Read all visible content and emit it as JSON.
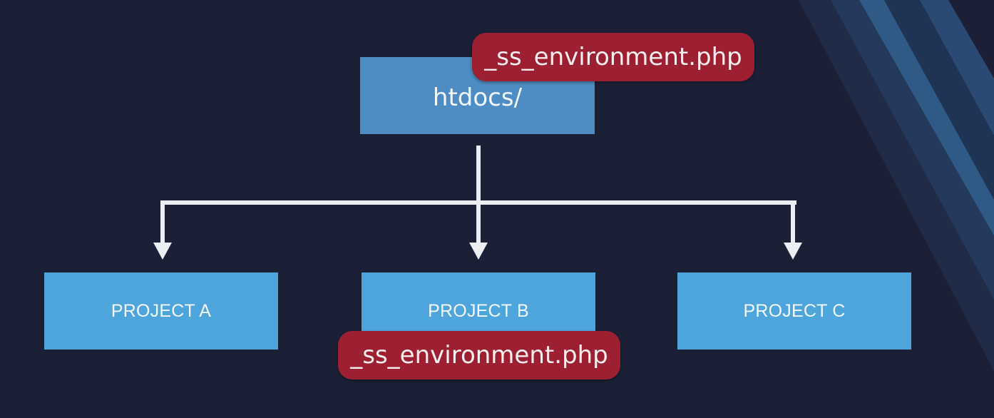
{
  "diagram": {
    "root": {
      "label": "htdocs/"
    },
    "children": [
      {
        "label": "PROJECT A"
      },
      {
        "label": "PROJECT B"
      },
      {
        "label": "PROJECT C"
      }
    ],
    "badges": {
      "root_file": "_ss_environment.php",
      "project_b_file": "_ss_environment.php"
    }
  },
  "colors": {
    "background": "#1b2036",
    "root_box": "#4e8cc4",
    "child_box": "#4ea5dc",
    "badge": "#9c1f32",
    "connector": "#eceef4"
  }
}
